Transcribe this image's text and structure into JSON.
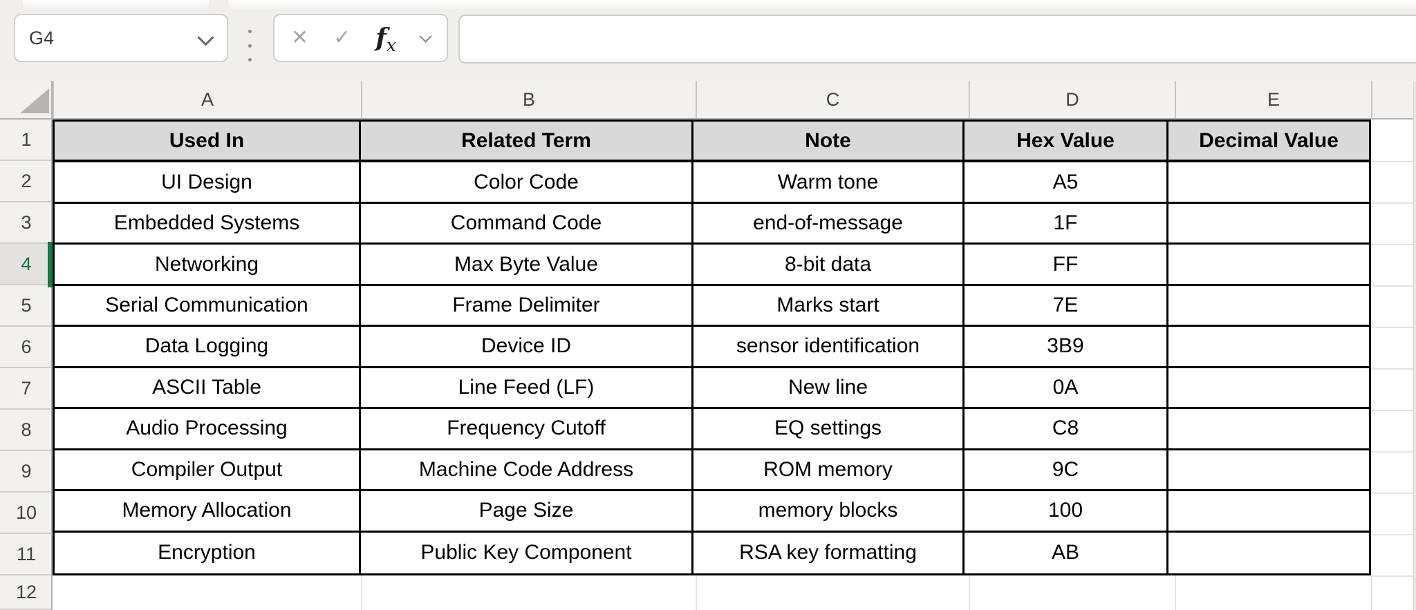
{
  "name_box": {
    "value": "G4"
  },
  "formula_controls": {
    "cancel": "✕",
    "enter": "✓",
    "function_f": "f",
    "function_x": "x"
  },
  "formula_bar": {
    "value": ""
  },
  "grid": {
    "column_headers": [
      "A",
      "B",
      "C",
      "D",
      "E"
    ],
    "row_headers": [
      "1",
      "2",
      "3",
      "4",
      "5",
      "6",
      "7",
      "8",
      "9",
      "10",
      "11",
      "12"
    ],
    "selected_row_header": "4"
  },
  "sheet": {
    "header_row": [
      "Used In",
      "Related Term",
      "Note",
      "Hex Value",
      "Decimal Value"
    ],
    "rows": [
      [
        "UI Design",
        "Color Code",
        "Warm tone",
        "A5",
        ""
      ],
      [
        "Embedded Systems",
        "Command Code",
        "end-of-message",
        "1F",
        ""
      ],
      [
        "Networking",
        "Max Byte Value",
        "8-bit data",
        "FF",
        ""
      ],
      [
        "Serial Communication",
        "Frame Delimiter",
        "Marks start",
        "7E",
        ""
      ],
      [
        "Data Logging",
        "Device ID",
        "sensor identification",
        "3B9",
        ""
      ],
      [
        "ASCII Table",
        "Line Feed (LF)",
        "New line",
        "0A",
        ""
      ],
      [
        "Audio Processing",
        "Frequency Cutoff",
        "EQ settings",
        "C8",
        ""
      ],
      [
        "Compiler Output",
        "Machine Code Address",
        "ROM memory",
        "9C",
        ""
      ],
      [
        "Memory Allocation",
        "Page Size",
        "memory blocks",
        "100",
        ""
      ],
      [
        "Encryption",
        "Public Key Component",
        "RSA key formatting",
        "AB",
        ""
      ]
    ]
  },
  "colors": {
    "selection_green": "#107C41",
    "selected_row_number": "#0F703B",
    "table_header_fill": "#D9D9D9",
    "table_border": "#000000"
  }
}
